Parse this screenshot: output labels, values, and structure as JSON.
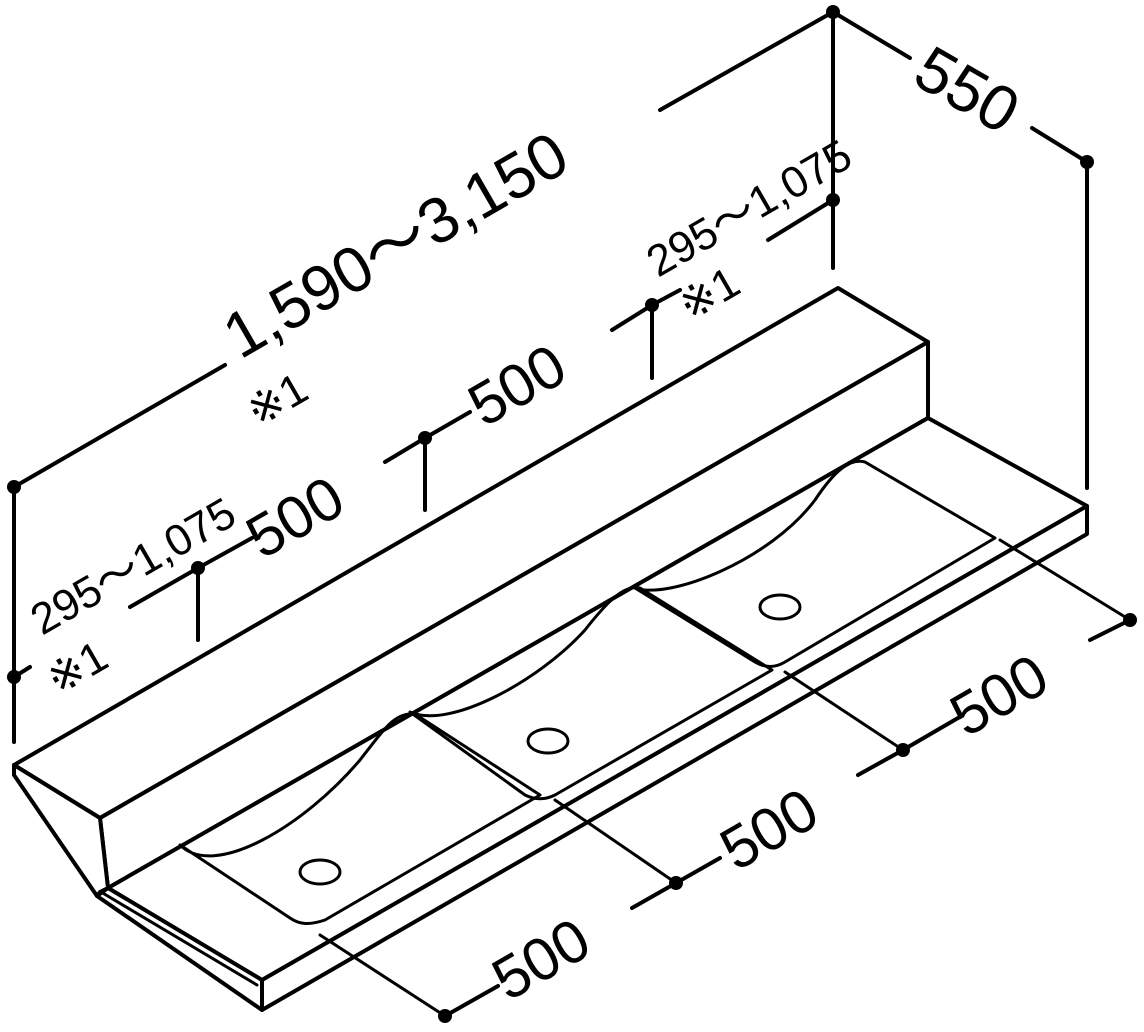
{
  "dimensions": {
    "total_width": "1,590～3,150",
    "total_width_note": "※1",
    "depth": "550",
    "end_left": "295～1,075",
    "end_left_note": "※1",
    "end_right": "295～1,075",
    "end_right_note": "※1",
    "pitch_back_1": "500",
    "pitch_back_2": "500",
    "pitch_front_1": "500",
    "pitch_front_2": "500",
    "pitch_front_3": "500"
  },
  "colors": {
    "line": "#000000",
    "background": "#ffffff"
  }
}
